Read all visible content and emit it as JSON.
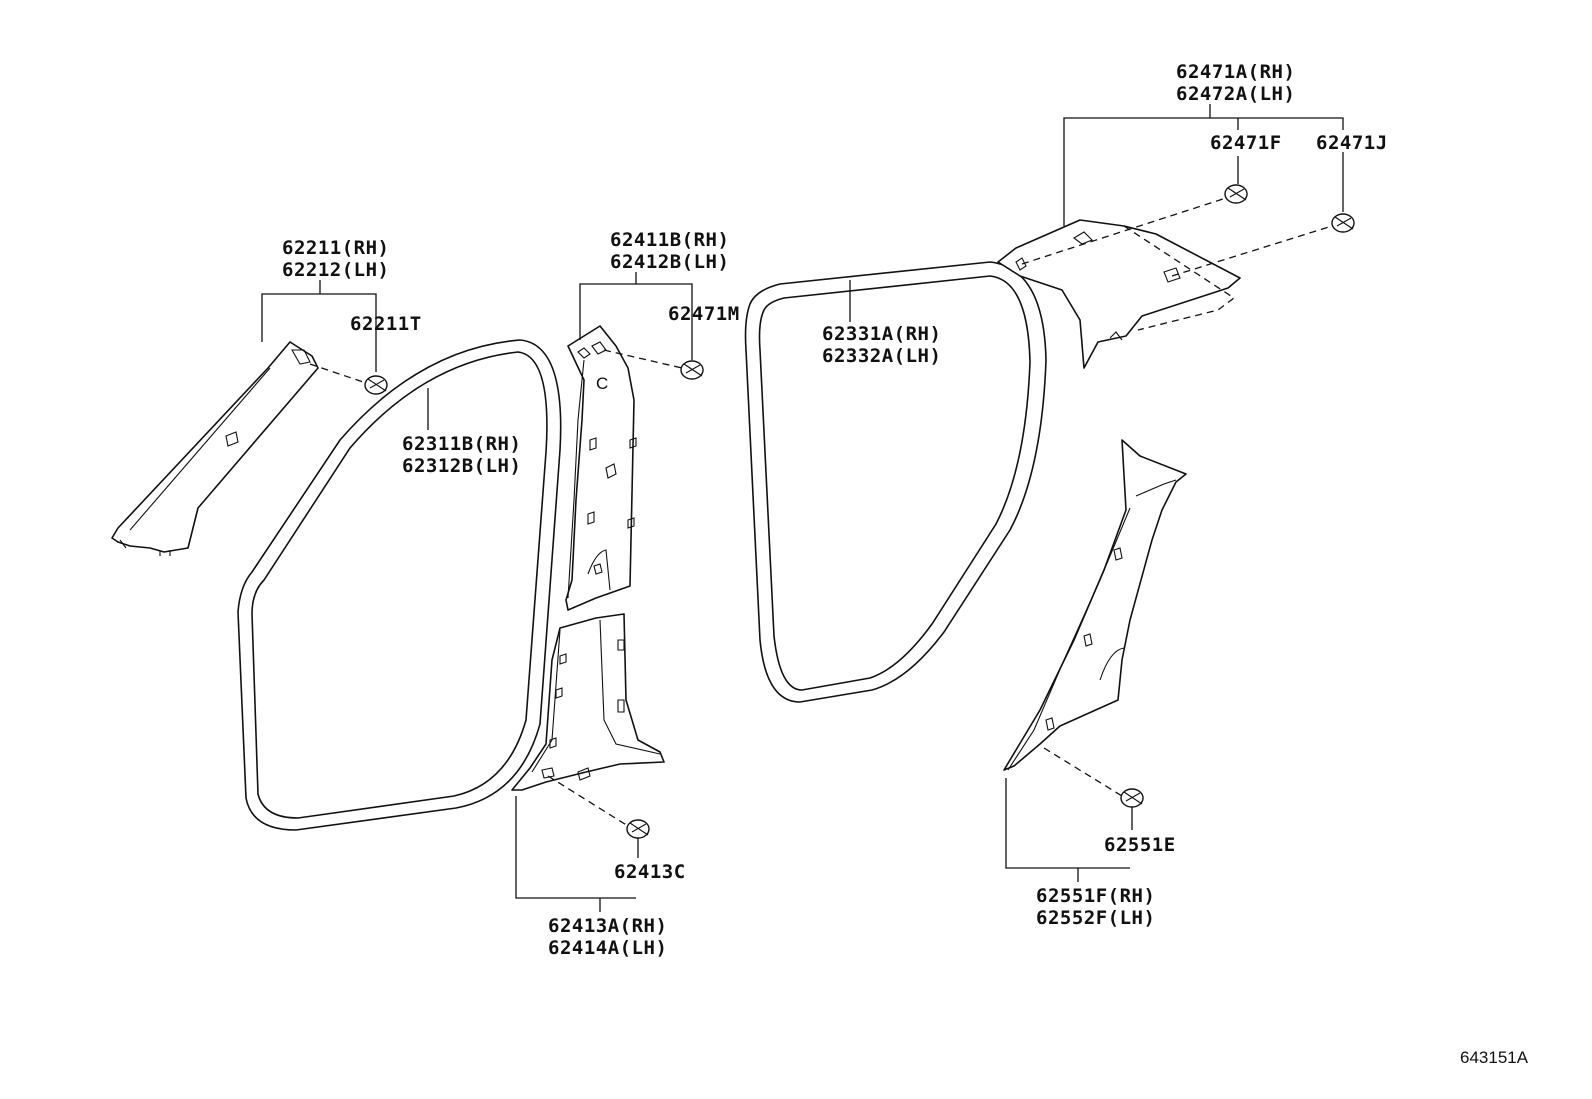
{
  "parts": {
    "a_pillar": {
      "line1": "62211(RH)",
      "line2": "62212(LH)"
    },
    "a_pillar_clip": {
      "label": "62211T"
    },
    "front_door_seal": {
      "line1": "62311B(RH)",
      "line2": "62312B(LH)"
    },
    "b_pillar_upper": {
      "line1": "62411B(RH)",
      "line2": "62412B(LH)"
    },
    "b_pillar_upper_clip": {
      "label": "62471M"
    },
    "b_pillar_lower": {
      "line1": "62413A(RH)",
      "line2": "62414A(LH)"
    },
    "b_pillar_lower_clip": {
      "label": "62413C"
    },
    "rear_door_seal": {
      "line1": "62331A(RH)",
      "line2": "62332A(LH)"
    },
    "c_pillar_upper": {
      "line1": "62471A(RH)",
      "line2": "62472A(LH)"
    },
    "c_pillar_clip_f": {
      "label": "62471F"
    },
    "c_pillar_clip_j": {
      "label": "62471J"
    },
    "rear_pillar_lower": {
      "line1": "62551F(RH)",
      "line2": "62552F(LH)"
    },
    "rear_pillar_clip": {
      "label": "62551E"
    }
  },
  "part_marks": {
    "c_letter": "C"
  },
  "diagram_ref": "643151A"
}
